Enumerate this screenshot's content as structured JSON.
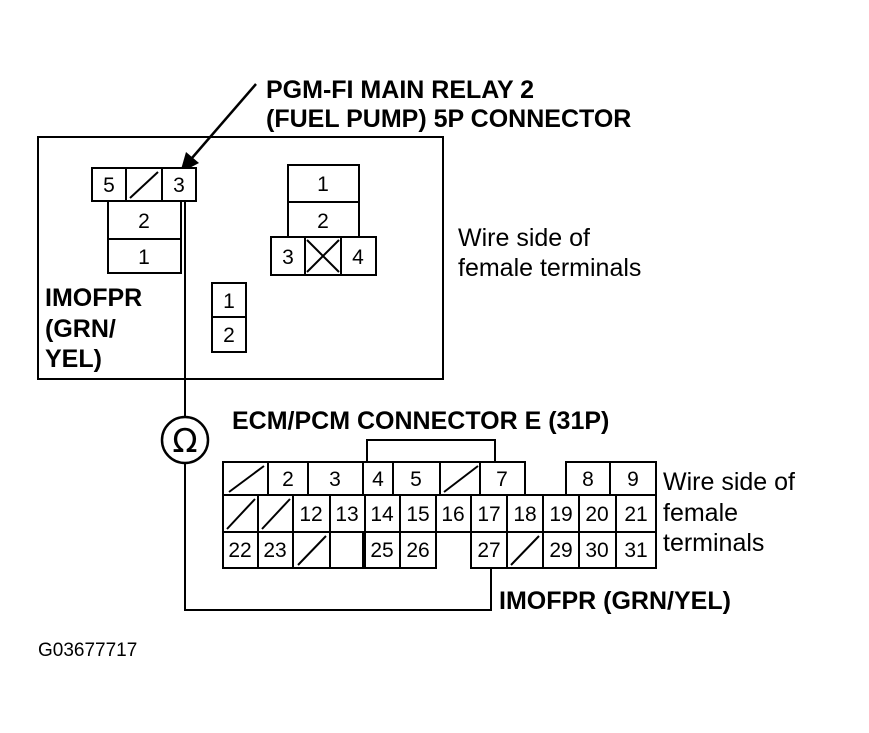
{
  "relay_title": {
    "line1": "PGM-FI MAIN RELAY 2",
    "line2": "(FUEL PUMP) 5P CONNECTOR"
  },
  "relay_connector": {
    "top_row": [
      "5",
      "3"
    ],
    "stack": [
      "2",
      "1"
    ]
  },
  "four_pin_block": {
    "stack": [
      "1",
      "2"
    ],
    "bottom_row": [
      "3",
      "4"
    ]
  },
  "two_pin_block": [
    "1",
    "2"
  ],
  "relay_wire_label": {
    "line1": "IMOFPR",
    "line2": "(GRN/",
    "line3": "YEL)"
  },
  "wire_side_upper": {
    "line1": "Wire side of",
    "line2": "female terminals"
  },
  "ohm_symbol": "Ω",
  "ecm_title": "ECM/PCM CONNECTOR E (31P)",
  "ecm_connector": {
    "row1": [
      "2",
      "3",
      "4",
      "5",
      "7",
      "8",
      "9"
    ],
    "row2": [
      "12",
      "13",
      "14",
      "15",
      "16",
      "17",
      "18",
      "19",
      "20",
      "21"
    ],
    "row3": [
      "22",
      "23",
      "25",
      "26",
      "27",
      "29",
      "30",
      "31"
    ]
  },
  "wire_side_lower": {
    "line1": "Wire side of",
    "line2": "female",
    "line3": "terminals"
  },
  "ecm_wire_label": "IMOFPR (GRN/YEL)",
  "figure_code": "G03677717"
}
